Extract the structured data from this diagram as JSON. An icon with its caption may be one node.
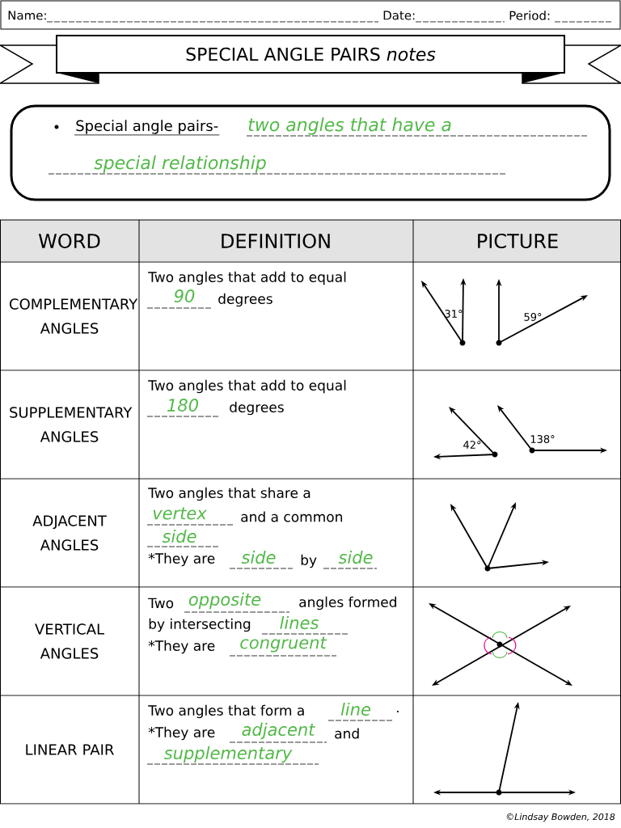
{
  "diagram": {
    "title": "SPECIAL ANGLE PAIRS *notes*",
    "nodes": [
      {
        "text": [
          "Special angle pairs-",
          "two angles that have a",
          "special relationship"
        ]
      }
    ],
    "labels": [
      "Name:",
      "Date:",
      "Period:",
      "WORD",
      "DEFINITION",
      "PICTURE",
      "COMPLEMENTARY ANGLES",
      "Two angles that add to equal",
      "90",
      "degrees",
      "31°",
      "59°",
      "SUPPLEMENTARY ANGLES",
      "Two angles that add to equal",
      "180",
      "degrees",
      "42°",
      "138°",
      "ADJACENT ANGLES",
      "Two angles that share a",
      "vertex",
      "and a common",
      "side",
      "*They are",
      "side",
      "by",
      "side",
      "VERTICAL ANGLES",
      "Two",
      "opposite",
      "angles formed",
      "by intersecting",
      "lines",
      "*They are",
      "congruent",
      "LINEAR PAIR",
      "Two angles that form a",
      "line",
      ".",
      "*They are",
      "adjacent",
      "and",
      "supplementary",
      "©Lindsay Bowden, 2018"
    ]
  }
}
